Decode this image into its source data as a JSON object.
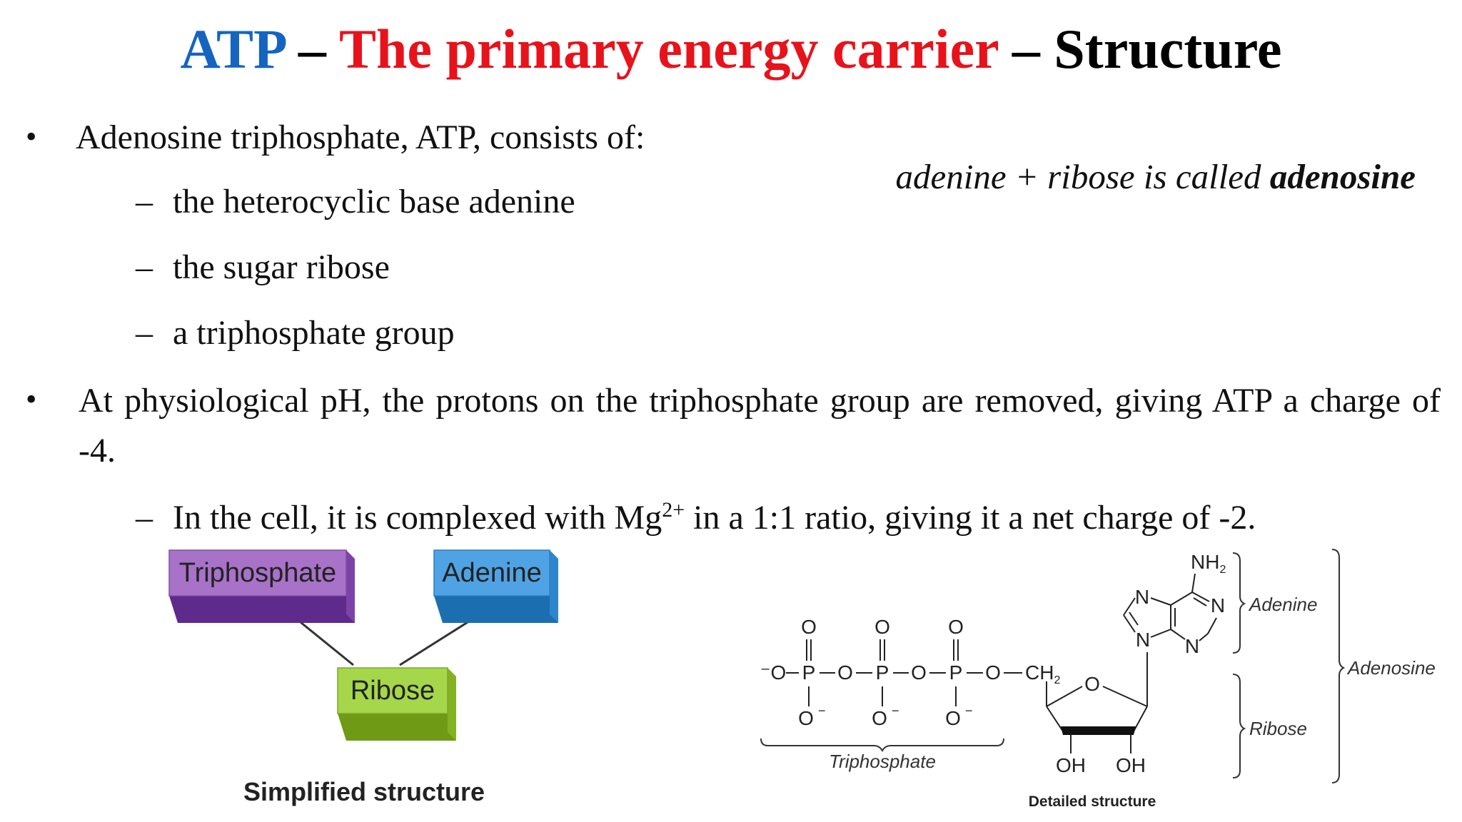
{
  "title": {
    "part_atp": "ATP",
    "sep1": " – ",
    "part_red": "The primary energy carrier",
    "sep2": " – ",
    "part_end": "Structure"
  },
  "bullets": {
    "b1": "Adenosine triphosphate, ATP, consists of:",
    "b1_sub": [
      "the heterocyclic base adenine",
      "the sugar ribose",
      "a triphosphate group"
    ],
    "b2": "At physiological pH, the protons on the triphosphate group are removed, giving ATP a charge of -4.",
    "b2_sub_pre": "In the cell, it is complexed with Mg",
    "b2_sub_sup": "2+",
    "b2_sub_post": " in a 1:1 ratio, giving it a net charge of -2.",
    "bullet_char": "•",
    "dash_char": "–"
  },
  "note": {
    "pre": "adenine + ribose is called ",
    "bold": "adenosine"
  },
  "simplified": {
    "triphosphate": "Triphosphate",
    "adenine": "Adenine",
    "ribose": "Ribose",
    "caption": "Simplified structure",
    "colors": {
      "triphosphate": "#a772c7",
      "adenine": "#4fa3e4",
      "ribose": "#a6d64a"
    }
  },
  "detailed": {
    "caption": "Detailed structure",
    "atoms": {
      "o_top": "O",
      "o_minus_left": "⁻O",
      "p": "P",
      "o_link": "O",
      "o_bottom": "O",
      "minus": "−",
      "ch2": "CH",
      "sub2": "2",
      "ring_o": "O",
      "n": "N",
      "nh2": "NH",
      "oh": "OH"
    },
    "labels": {
      "triphosphate": "Triphosphate",
      "adenine": "Adenine",
      "ribose": "Ribose",
      "adenosine": "Adenosine"
    }
  }
}
